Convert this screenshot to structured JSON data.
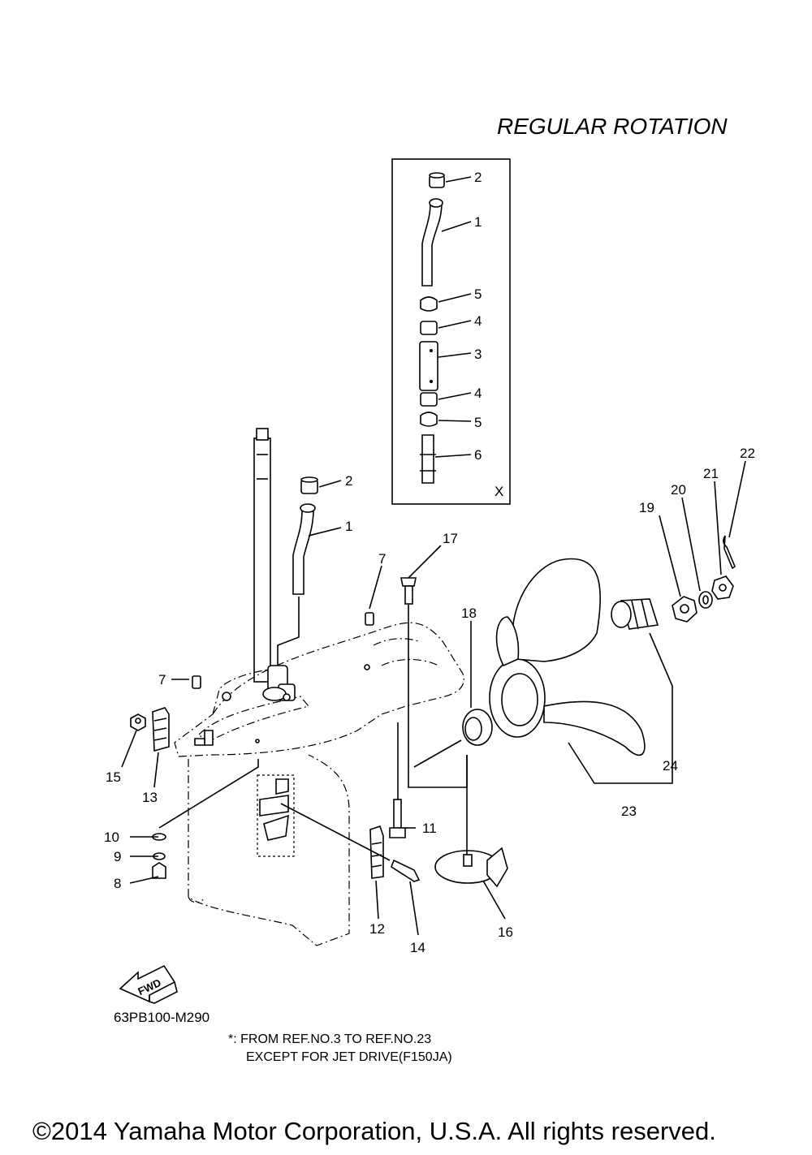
{
  "title": "REGULAR ROTATION",
  "diagram_code": "63PB100-M290",
  "note_line1": "*: FROM REF.NO.3 TO REF.NO.23",
  "note_line2": "EXCEPT FOR JET DRIVE(F150JA)",
  "copyright": "©2014 Yamaha Motor Corporation, U.S.A. All rights reserved.",
  "inset_marker": "X",
  "fwd_label": "FWD",
  "inset_callouts": [
    "2",
    "1",
    "5",
    "4",
    "3",
    "4",
    "5",
    "6"
  ],
  "main_callouts": [
    "2",
    "1",
    "7",
    "17",
    "18",
    "19",
    "20",
    "21",
    "22",
    "7",
    "15",
    "13",
    "24",
    "23",
    "11",
    "10",
    "9",
    "8",
    "12",
    "14",
    "16"
  ]
}
